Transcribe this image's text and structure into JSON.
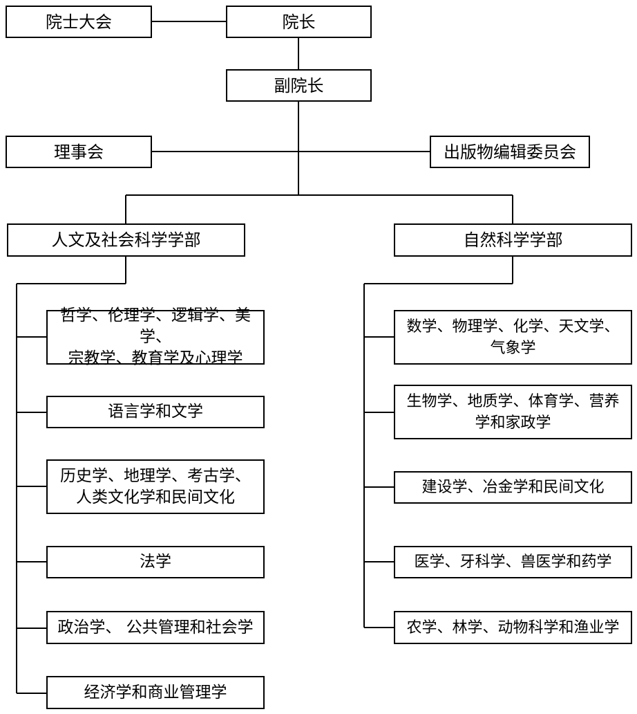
{
  "top": {
    "academicians": "院士大会",
    "president": "院长",
    "vice_president": "副院长",
    "board": "理事会",
    "editorial": "出版物编辑委员会"
  },
  "divisions": {
    "humanities": {
      "title": "人文及社会科学学部",
      "sections": [
        [
          "哲学、伦理学、逻辑学、美学、",
          "宗教学、教育学及心理学"
        ],
        [
          "语言学和文学"
        ],
        [
          "历史学、地理学、考古学、",
          "人类文化学和民间文化"
        ],
        [
          "法学"
        ],
        [
          "政治学、 公共管理和社会学"
        ],
        [
          "经济学和商业管理学"
        ]
      ]
    },
    "natural": {
      "title": "自然科学学部",
      "sections": [
        [
          "数学、物理学、化学、天文学、",
          "气象学"
        ],
        [
          "生物学、地质学、体育学、营养",
          "学和家政学"
        ],
        [
          "建设学、冶金学和民间文化"
        ],
        [
          "医学、牙科学、兽医学和药学"
        ],
        [
          "农学、林学、动物科学和渔业学"
        ]
      ]
    }
  }
}
